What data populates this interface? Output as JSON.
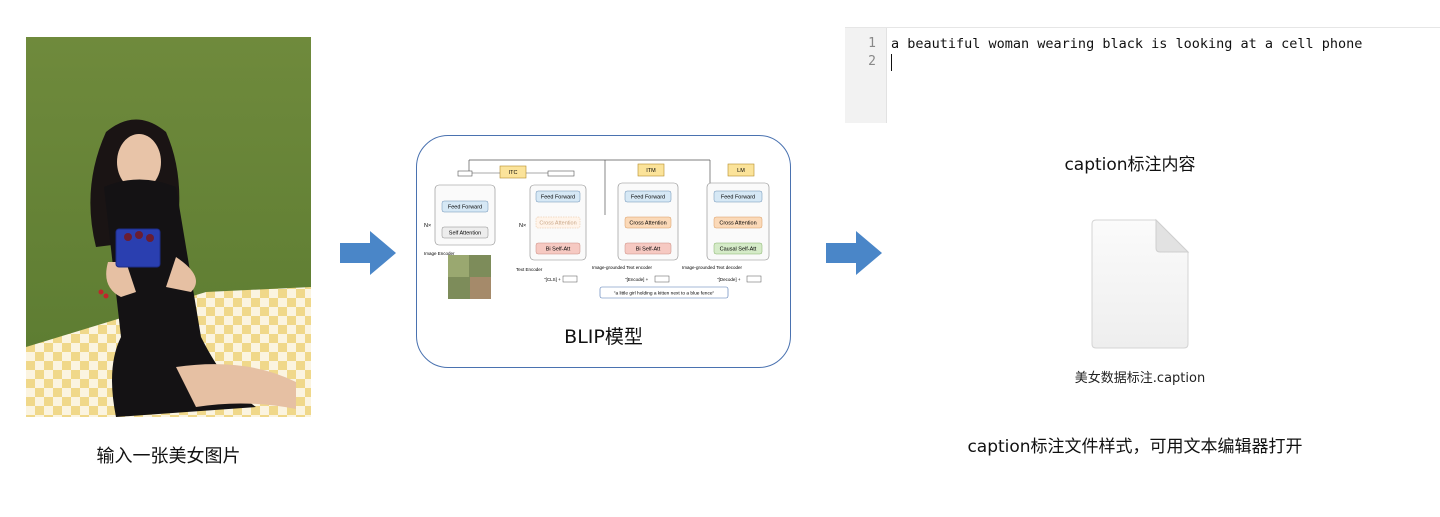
{
  "input": {
    "caption": "输入一张美女图片"
  },
  "model": {
    "label": "BLIP模型",
    "diagram": {
      "itc": "ITC",
      "itm": "ITM",
      "lm": "LM",
      "feed_forward": "Feed Forward",
      "cross_attention": "Cross Attention",
      "self_attention": "Self Attention",
      "bi_self_att": "Bi Self-Att",
      "causal_self_att": "Causal Self-Att",
      "nx": "N×",
      "image_encoder": "Image Encoder",
      "text_encoder": "Text Encoder",
      "image_grounded_text_encoder": "Image-grounded Text encoder",
      "image_grounded_text_decoder": "Image-grounded Text decoder",
      "cls_token": "\"[CLS] +",
      "encode_token": "\"[Encode] +",
      "decode_token": "\"[Decode] +",
      "sample_text": "\"a little girl holding a kitten next to a blue fence\""
    }
  },
  "editor": {
    "line_numbers": [
      "1",
      "2"
    ],
    "line1": "a beautiful woman wearing black is looking at a cell phone"
  },
  "output": {
    "caption_content_label": "caption标注内容",
    "file_name": "美女数据标注.caption",
    "file_style_label": "caption标注文件样式，可用文本编辑器打开"
  },
  "colors": {
    "arrow": "#4a86c8",
    "frame": "#4a72b0",
    "yellow_head": "#fbe39a",
    "feed_forward": "#d6e8f5",
    "cross_attention": "#fbd9b8",
    "self_attention": "#ededed",
    "bi_self_att": "#f6c9c2",
    "causal_self_att": "#d5ebc8"
  }
}
